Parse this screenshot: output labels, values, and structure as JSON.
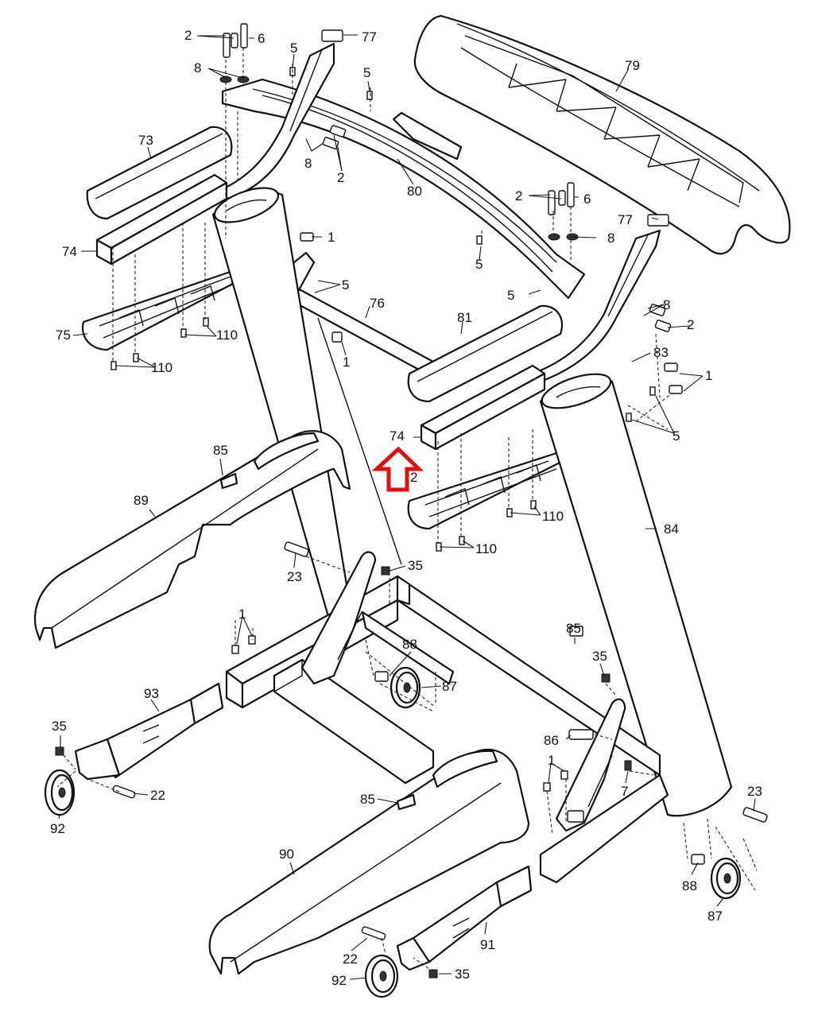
{
  "callouts": [
    {
      "id": "c1",
      "text": "2"
    },
    {
      "id": "c2",
      "text": "6"
    },
    {
      "id": "c3",
      "text": "8"
    },
    {
      "id": "c4",
      "text": "5"
    },
    {
      "id": "c5",
      "text": "77"
    },
    {
      "id": "c6",
      "text": "5"
    },
    {
      "id": "c7",
      "text": "79"
    },
    {
      "id": "c8",
      "text": "73"
    },
    {
      "id": "c9",
      "text": "8"
    },
    {
      "id": "c10",
      "text": "2"
    },
    {
      "id": "c11",
      "text": "80"
    },
    {
      "id": "c12",
      "text": "2"
    },
    {
      "id": "c13",
      "text": "6"
    },
    {
      "id": "c14",
      "text": "77"
    },
    {
      "id": "c15",
      "text": "1"
    },
    {
      "id": "c16",
      "text": "8"
    },
    {
      "id": "c17",
      "text": "74"
    },
    {
      "id": "c18",
      "text": "5"
    },
    {
      "id": "c19",
      "text": "5"
    },
    {
      "id": "c20",
      "text": "5"
    },
    {
      "id": "c21",
      "text": "76"
    },
    {
      "id": "c22",
      "text": "8"
    },
    {
      "id": "c23",
      "text": "2"
    },
    {
      "id": "c24",
      "text": "75"
    },
    {
      "id": "c25",
      "text": "110"
    },
    {
      "id": "c26",
      "text": "81"
    },
    {
      "id": "c27",
      "text": "1"
    },
    {
      "id": "c28",
      "text": "83"
    },
    {
      "id": "c29",
      "text": "110"
    },
    {
      "id": "c30",
      "text": "1"
    },
    {
      "id": "c31",
      "text": "5"
    },
    {
      "id": "c32",
      "text": "74"
    },
    {
      "id": "c33",
      "text": "85"
    },
    {
      "id": "c34",
      "text": "89"
    },
    {
      "id": "c35",
      "text": "2"
    },
    {
      "id": "c36",
      "text": "110"
    },
    {
      "id": "c37",
      "text": "110"
    },
    {
      "id": "c38",
      "text": "84"
    },
    {
      "id": "c39",
      "text": "23"
    },
    {
      "id": "c40",
      "text": "35"
    },
    {
      "id": "c41",
      "text": "1"
    },
    {
      "id": "c42",
      "text": "88"
    },
    {
      "id": "c43",
      "text": "85"
    },
    {
      "id": "c44",
      "text": "35"
    },
    {
      "id": "c45",
      "text": "87"
    },
    {
      "id": "c46",
      "text": "93"
    },
    {
      "id": "c47",
      "text": "35"
    },
    {
      "id": "c48",
      "text": "86"
    },
    {
      "id": "c49",
      "text": "1"
    },
    {
      "id": "c50",
      "text": "7"
    },
    {
      "id": "c51",
      "text": "23"
    },
    {
      "id": "c52",
      "text": "22"
    },
    {
      "id": "c53",
      "text": "85"
    },
    {
      "id": "c54",
      "text": "92"
    },
    {
      "id": "c55",
      "text": "90"
    },
    {
      "id": "c56",
      "text": "88"
    },
    {
      "id": "c57",
      "text": "87"
    },
    {
      "id": "c58",
      "text": "91"
    },
    {
      "id": "c59",
      "text": "22"
    },
    {
      "id": "c60",
      "text": "92"
    },
    {
      "id": "c61",
      "text": "35"
    }
  ],
  "colors": {
    "line": "#111111",
    "highlight": "#e01010",
    "background": "#ffffff"
  }
}
